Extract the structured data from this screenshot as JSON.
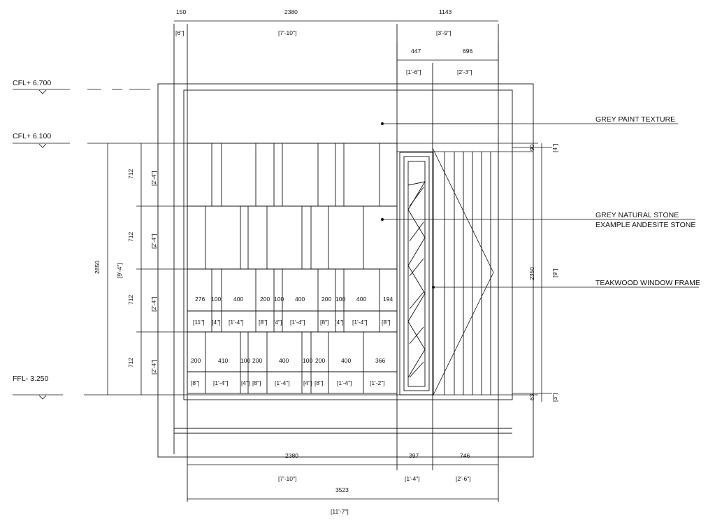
{
  "levels": {
    "cfl_top": "CFL+ 6.700",
    "cfl_mid": "CFL+ 6.100",
    "ffl": "FFL- 3.250"
  },
  "top_dims": {
    "d150": "150",
    "d150_imp": "[6\"]",
    "d2380": "2380",
    "d2380_imp": "[7'-10\"]",
    "d1143": "1143",
    "d1143_imp": "[3'-9\"]",
    "d447": "447",
    "d447_imp": "[1'-6\"]",
    "d696": "696",
    "d696_imp": "[2'-3\"]"
  },
  "left_dims": {
    "row": "712",
    "row_imp": "[2'-4\"]",
    "total": "2850",
    "total_imp": "[9'-4\"]"
  },
  "right_dims": {
    "d90": "90",
    "d90_imp": "[4\"]",
    "d2350": "2350",
    "d2350_imp": "[9\"]",
    "d63": "63",
    "d63_imp": "[3\"]"
  },
  "bottom_dims": {
    "d2380": "2380",
    "d2380_imp": "[7'-10\"]",
    "d397": "397",
    "d397_imp": "[1'-4\"]",
    "d746": "746",
    "d746_imp": "[2'-6\"]",
    "d3523": "3523",
    "d3523_imp": "[11'-7\"]"
  },
  "row3_labels": [
    "276",
    "100",
    "400",
    "200",
    "100",
    "400",
    "200",
    "100",
    "400",
    "194"
  ],
  "row3_imp": [
    "[11\"]",
    "[4\"]",
    "[1'-4\"]",
    "[8\"]",
    "[4\"]",
    "[1'-4\"]",
    "[8\"]",
    "[4\"]",
    "[1'-4\"]",
    "[8\"]"
  ],
  "row4_labels": [
    "200",
    "410",
    "100",
    "200",
    "400",
    "100",
    "200",
    "400",
    "366"
  ],
  "row4_imp": [
    "[8\"]",
    "[1'-4\"]",
    "[4\"]",
    "[8\"]",
    "[1'-4\"]",
    "[4\"]",
    "[8\"]",
    "[1'-4\"]",
    "[1'-2\"]"
  ],
  "notes": {
    "paint": "GREY PAINT TEXTURE",
    "stone1": "GREY NATURAL STONE",
    "stone2": "EXAMPLE ANDESITE STONE",
    "teak": "TEAKWOOD WINDOW FRAME"
  }
}
